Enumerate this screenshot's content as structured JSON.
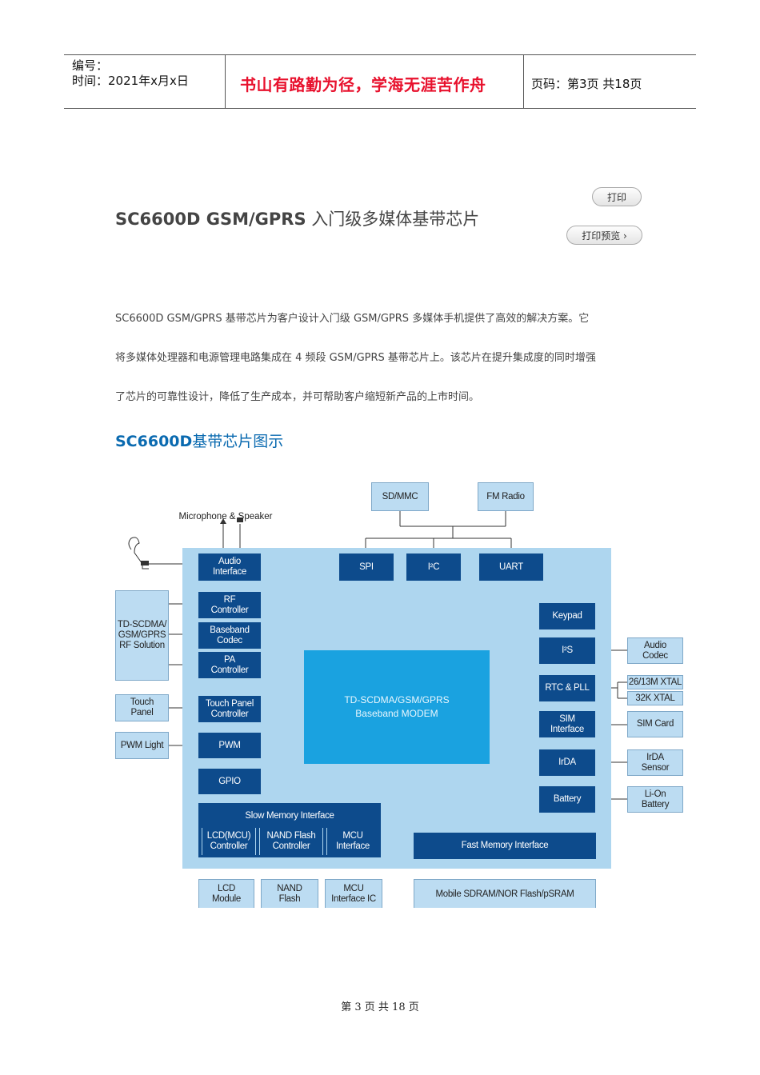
{
  "header": {
    "number_label": "编号：",
    "date_label": "时间：2021年x月x日",
    "motto": "书山有路勤为径，学海无涯苦作舟",
    "page_label": "页码：第3页  共18页"
  },
  "buttons": {
    "print": "打印",
    "print_preview": "打印预览 ›"
  },
  "article": {
    "title_en": "SC6600D GSM/GPRS",
    "title_cn": " 入门级多媒体基带芯片",
    "paragraph_lines": [
      "SC6600D GSM/GPRS 基带芯片为客户设计入门级 GSM/GPRS 多媒体手机提供了高效的解决方案。它",
      "将多媒体处理器和电源管理电路集成在 4 频段 GSM/GPRS 基带芯片上。该芯片在提升集成度的同时增强",
      "了芯片的可靠性设计，降低了生产成本，并可帮助客户缩短新产品的上市时间。"
    ],
    "subtitle_en": "SC6600D",
    "subtitle_cn": "基带芯片图示"
  },
  "diagram": {
    "mic_speaker": "Microphone & Speaker",
    "sd_mmc": "SD/MMC",
    "fm_radio": "FM Radio",
    "spi": "SPI",
    "i2c": "I²C",
    "uart": "UART",
    "audio_interface": "Audio\nInterface",
    "rf_controller": "RF\nController",
    "baseband_codec": "Baseband\nCodec",
    "pa_controller": "PA\nController",
    "touch_panel_controller": "Touch Panel\nController",
    "pwm": "PWM",
    "gpio": "GPIO",
    "rf_solution": "TD-SCDMA/\nGSM/GPRS\nRF Solution",
    "touch_panel": "Touch\nPanel",
    "pwm_light": "PWM Light",
    "core": "TD-SCDMA/GSM/GPRS\nBaseband MODEM",
    "keypad": "Keypad",
    "i2s": "I²S",
    "rtc_pll": "RTC & PLL",
    "sim_interface": "SIM\nInterface",
    "irda": "IrDA",
    "battery": "Battery",
    "audio_codec": "Audio\nCodec",
    "xtal_26": "26/13M XTAL",
    "xtal_32": "32K XTAL",
    "sim_card": "SIM Card",
    "irda_sensor": "IrDA\nSensor",
    "li_on_battery": "Li-On\nBattery",
    "slow_memory": "Slow Memory Interface",
    "lcd_mcu_controller": "LCD(MCU)\nController",
    "nand_flash_controller": "NAND Flash\nController",
    "mcu_interface": "MCU\nInterface",
    "fast_memory": "Fast Memory Interface",
    "lcd_module": "LCD\nModule",
    "nand_flash": "NAND\nFlash",
    "mcu_interface_ic": "MCU\nInterface IC",
    "mobile_memory": "Mobile SDRAM/NOR Flash/pSRAM"
  },
  "footer": {
    "page_text": "第 3 页 共 18 页"
  }
}
